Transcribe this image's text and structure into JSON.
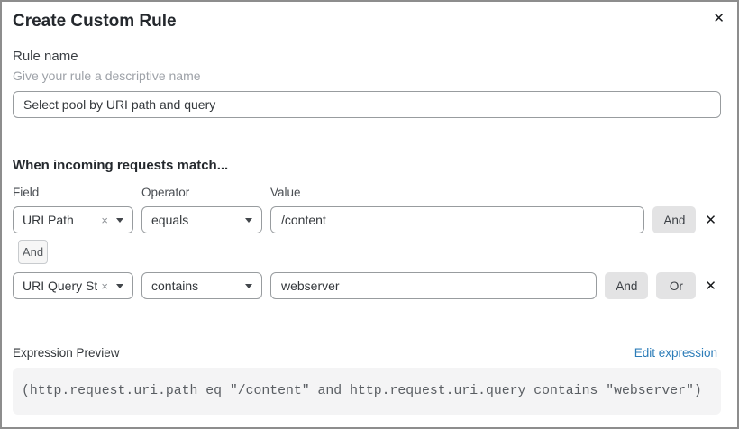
{
  "dialog": {
    "title": "Create Custom Rule"
  },
  "icons": {
    "close": "✕",
    "clear": "×",
    "remove": "✕"
  },
  "rule_name": {
    "label": "Rule name",
    "helper": "Give your rule a descriptive name",
    "value": "Select pool by URI path and query"
  },
  "match": {
    "heading": "When incoming requests match...",
    "columns": {
      "field": "Field",
      "operator": "Operator",
      "value": "Value"
    },
    "connector": "And",
    "rows": [
      {
        "field": "URI Path",
        "operator": "equals",
        "value": "/content",
        "and_label": "And"
      },
      {
        "field": "URI Query St...",
        "operator": "contains",
        "value": "webserver",
        "and_label": "And",
        "or_label": "Or"
      }
    ]
  },
  "expression": {
    "label": "Expression Preview",
    "edit_link": "Edit expression",
    "code": "(http.request.uri.path eq \"/content\" and http.request.uri.query contains \"webserver\")"
  },
  "colors": {
    "link_blue": "#2c7cb8",
    "button_gray": "#e3e3e4",
    "dialog_border": "#8d8d8d",
    "input_border": "#989c9f",
    "code_background": "#f4f4f5"
  }
}
